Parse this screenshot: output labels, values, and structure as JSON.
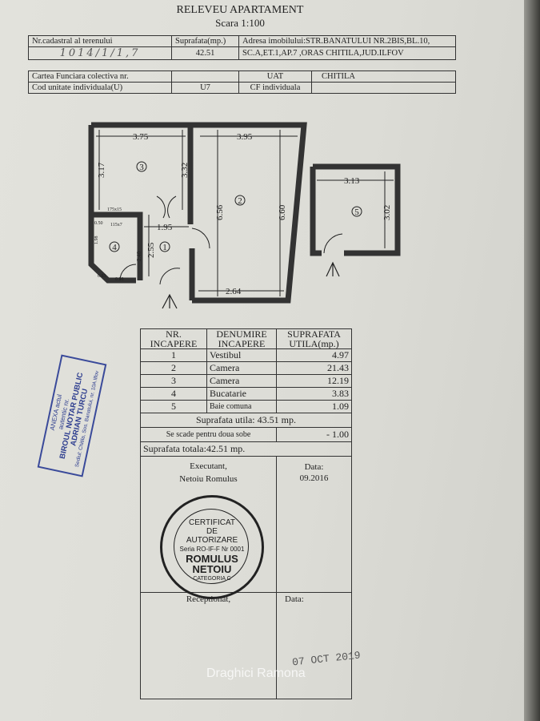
{
  "header": {
    "title": "RELEVEU APARTAMENT",
    "scale": "Scara 1:100"
  },
  "info_table": {
    "cadastral_label": "Nr.cadastral al terenului",
    "cadastral_value": "1014/1/1,7",
    "area_label": "Suprafata(mp.)",
    "area_value": "42.51",
    "address_line1": "Adresa imobilului:STR.BANATULUI NR.2BIS,BL.10,",
    "address_line2": "SC.A,ET.1,AP.7 ,ORAS CHITILA,JUD.ILFOV"
  },
  "cf_table": {
    "cf_label": "Cartea Funciara colectiva nr.",
    "cf_value": "",
    "uat_label": "UAT",
    "uat_value": "CHITILA",
    "code_label": "Cod unitate individuala(U)",
    "code_value": "U7",
    "cf_individual_label": "CF individuala",
    "cf_individual_value": ""
  },
  "plan": {
    "dims": [
      "3.75",
      "3.17",
      "3.32",
      "3.95",
      "6.56",
      "6.60",
      "1.95",
      "2.55",
      "2.40",
      "2.64",
      "3.13",
      "3.02",
      "1.98",
      "0.50",
      "0.83",
      "0.98",
      "175x15",
      "115x7"
    ],
    "rooms": [
      "1",
      "2",
      "3",
      "4",
      "5"
    ]
  },
  "rooms_table": {
    "headers": [
      "NR. INCAPERE",
      "DENUMIRE INCAPERE",
      "SUPRAFATA UTILA(mp.)"
    ],
    "rows": [
      {
        "nr": "1",
        "name": "Vestibul",
        "area": "4.97"
      },
      {
        "nr": "2",
        "name": "Camera",
        "area": "21.43"
      },
      {
        "nr": "3",
        "name": "Camera",
        "area": "12.19"
      },
      {
        "nr": "4",
        "name": "Bucatarie",
        "area": "3.83"
      },
      {
        "nr": "5",
        "name": "Baie comuna",
        "area": "1.09"
      }
    ],
    "useful_area": "Suprafata utila: 43.51 mp.",
    "deduction_label": "Se scade pentru doua sobe",
    "deduction_value": "- 1.00",
    "total_area": "Suprafata totala:42.51 mp.",
    "executant_label": "Executant,",
    "executant_name": "Netoiu Romulus",
    "date_label": "Data:",
    "date_value": "09.2016",
    "receptionat_label": "Receptionat,",
    "receptionat_date_label": "Data:"
  },
  "stamps": {
    "certificate": {
      "l1": "CERTIFICAT",
      "l2": "DE",
      "l3": "AUTORIZARE",
      "l4": "Seria RO-IF-F Nr 0001",
      "l5": "ROMULUS",
      "l6": "NETOIU",
      "l7": "CATEGORIA C"
    },
    "notary": {
      "l1": "ANEXA actul",
      "l2": "autentic nr.",
      "l3": "BIROUL NOTAR PUBLIC",
      "l4": "ADRIAN TURCU",
      "l5": "Sediul: Chitila, Sos. Banatului, nr. 10A Ilfov"
    },
    "date_stamp": "07 OCT 2019"
  },
  "watermark": "Draghici Ramona"
}
